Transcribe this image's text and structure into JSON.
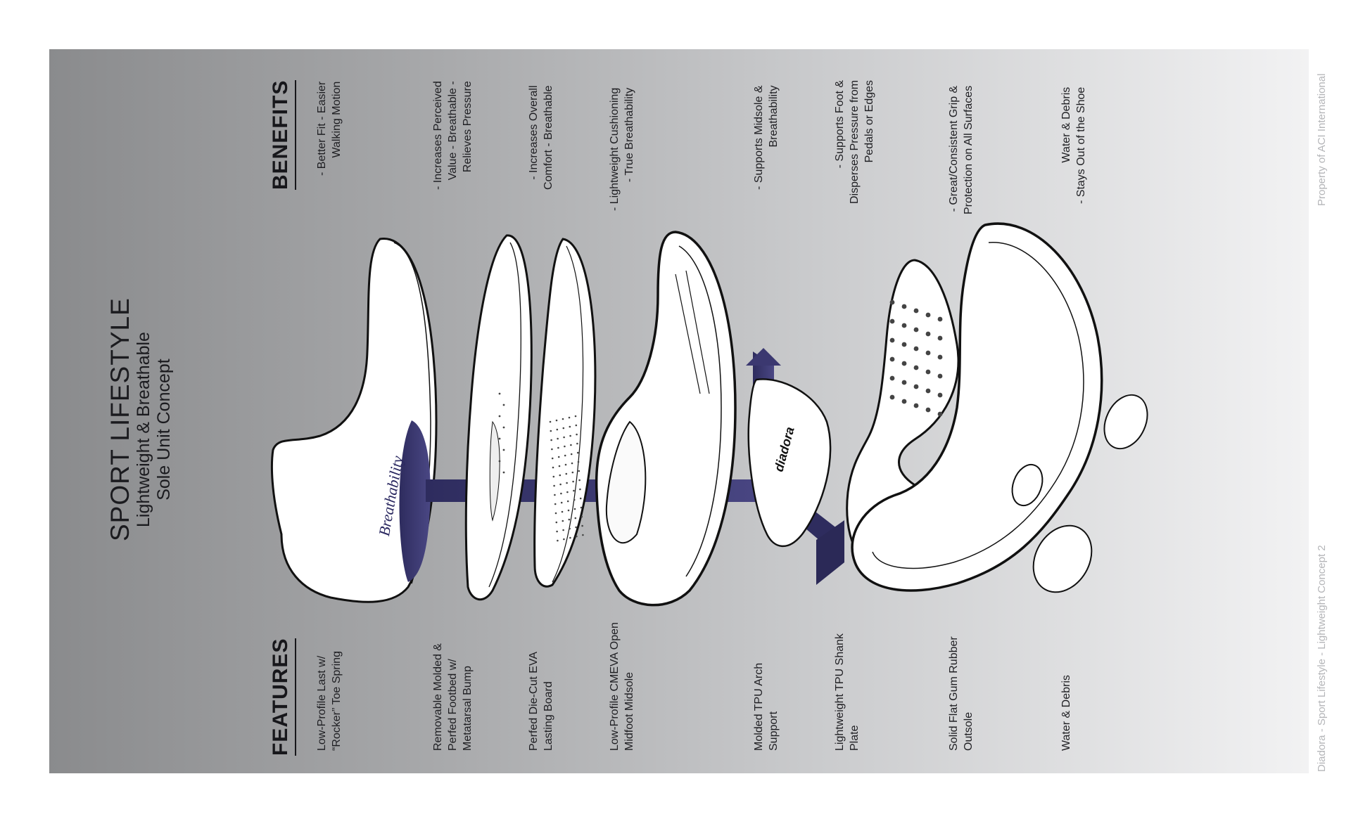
{
  "title": "SPORT LIFESTYLE",
  "subtitle": "Lightweight & Breathable\nSole Unit Concept",
  "features_heading": "FEATURES",
  "benefits_heading": "BENEFITS",
  "features": [
    "Low-Profile Last w/\n“Rocker” Toe Spring",
    "Removable Molded &\nPerfed Footbed w/\nMetatarsal Bump",
    "Perfed Die-Cut EVA\nLasting Board",
    "Low-Profile CMEVA Open\nMidfoot Midsole",
    "Molded TPU Arch\nSupport",
    "Lightweight TPU Shank\nPlate",
    "Solid Flat Gum Rubber\nOutsole",
    "Water & Debris"
  ],
  "benefits": [
    "- Better Fit - Easier\nWalking Motion",
    "- Increases Perceived\nValue - Breathable -\nRelieves Pressure",
    "- Increases Overall\nComfort - Breathable",
    "- Lightweight Cushioning\n- True Breathability",
    "- Supports Midsole &\nBreathability",
    "- Supports Foot &\nDisperses Pressure from\nPedals or Edges",
    "- Great/Consistent Grip &\nProtection on All Surfaces",
    "Water & Debris\n- Stays Out of the Shoe"
  ],
  "breathability_label": "Breathability",
  "brand_mark": "diadora",
  "footer_property": "Property of ACI International",
  "footer_caption": "Diadora - Sport Lifestyle - Lightweight Concept 2",
  "colors": {
    "arrow": "#3b3870",
    "text": "#1b1b1f",
    "footer": "#b4b5b8",
    "panel_dark": "#8a8b8d",
    "panel_light": "#f2f2f3"
  }
}
